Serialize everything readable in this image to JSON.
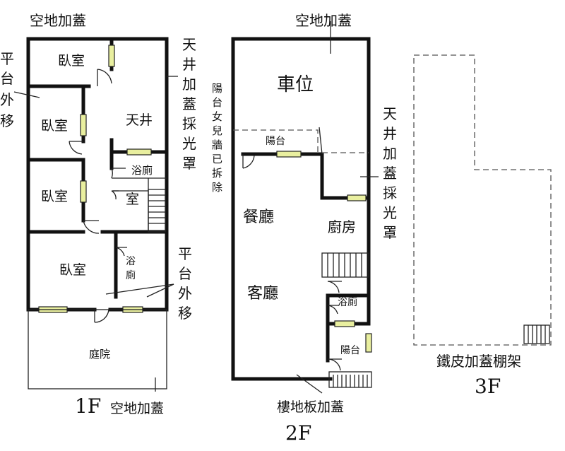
{
  "floor1": {
    "top_label": "空地加蓋",
    "left_platform": [
      "平",
      "台",
      "外",
      "移"
    ],
    "skylight": [
      "天",
      "井",
      "加",
      "蓋",
      "採",
      "光",
      "罩"
    ],
    "bedroom1": "臥室",
    "bedroom2": "臥室",
    "bedroom3": "臥室",
    "bedroom4": "臥室",
    "atrium": "天井",
    "bath_upper": "浴廁",
    "small_room": "室",
    "bath_lower": [
      "浴",
      "廁"
    ],
    "right_platform": [
      "平",
      "台",
      "外",
      "移"
    ],
    "yard": "庭院",
    "floor_label": "1F",
    "bottom_label": "空地加蓋"
  },
  "floor2": {
    "top_label": "空地加蓋",
    "parking": "車位",
    "balcony_note": [
      "陽",
      "台",
      "女",
      "兒",
      "牆",
      "已",
      "拆",
      "除"
    ],
    "balcony_upper": "陽台",
    "skylight": [
      "天",
      "井",
      "加",
      "蓋",
      "採",
      "光",
      "罩"
    ],
    "dining": "餐廳",
    "kitchen": "廚房",
    "living": "客廳",
    "bath": "浴廁",
    "balcony_lower": "陽台",
    "bottom_label": "樓地板加蓋",
    "floor_label": "2F"
  },
  "floor3": {
    "roof_label": "鐵皮加蓋棚架",
    "floor_label": "3F"
  }
}
